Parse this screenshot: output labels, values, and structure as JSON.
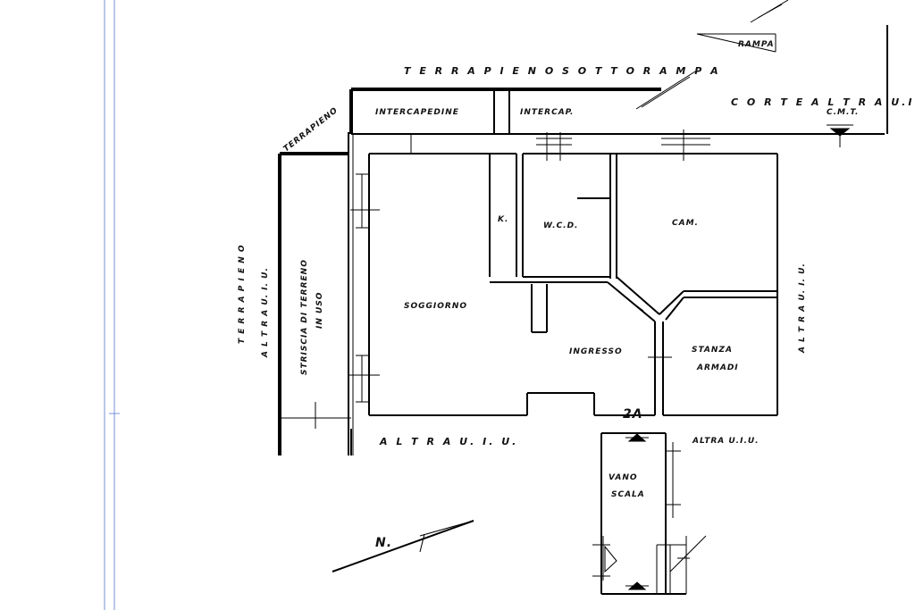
{
  "labels": {
    "terrapieno_sotto_rampa": "T E R R A P I E N O   S O T T O   R A M P A",
    "rampa": "RAMPA",
    "corte": "C O R T E   A L T R A  U.I.U.",
    "cmt": "C.M.T.",
    "terrapieno_diag": "TERRAPIENO",
    "intercapedine": "INTERCAPEDINE",
    "intercap": "INTERCAP.",
    "terrapieno_vert": "T E R R A P I E N O",
    "altra_uiu_left": "A L T R A   U. I. U.",
    "striscia": "STRISCIA DI TERRENO",
    "in_uso": "IN USO",
    "k": "K.",
    "wc": "W.C.D.",
    "cam": "CAM.",
    "soggiorno": "SOGGIORNO",
    "ingresso": "INGRESSO",
    "stanza": "STANZA",
    "armadi": "ARMADI",
    "altra_uiu_right": "A L T R A   U. I. U.",
    "altra_uiu_bottom": "A L T R A     U. I. U.",
    "altra_uiu_bottom_right": "ALTRA U.I.U.",
    "vano": "VANO",
    "scala": "SCALA",
    "north": "N.",
    "level": "2A"
  },
  "colors": {
    "ink": "#000000",
    "margin": "#7a8fd6"
  }
}
